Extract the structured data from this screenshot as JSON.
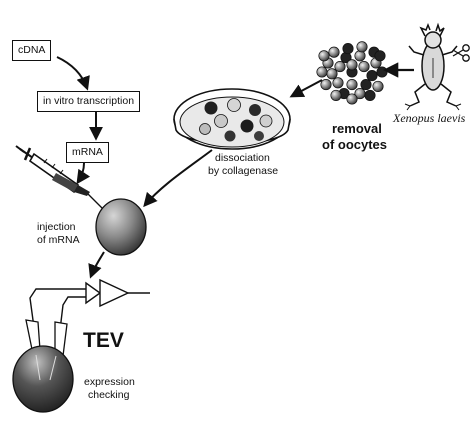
{
  "diagram": {
    "steps": {
      "cdna": "cDNA",
      "transcription": "in vitro transcription",
      "mrna": "mRNA",
      "injection_line1": "injection",
      "injection_line2": "of mRNA",
      "dissociation_line1": "dissociation",
      "dissociation_line2": "by collagenase",
      "removal_line1": "removal",
      "removal_line2": "of oocytes",
      "species": "Xenopus laevis",
      "tev": "TEV",
      "expression_line1": "expression",
      "expression_line2": "checking"
    },
    "colors": {
      "ink": "#111111",
      "oocyte_dark": "#2b2b2b",
      "oocyte_light": "#bdbdbd",
      "background": "#ffffff"
    }
  }
}
